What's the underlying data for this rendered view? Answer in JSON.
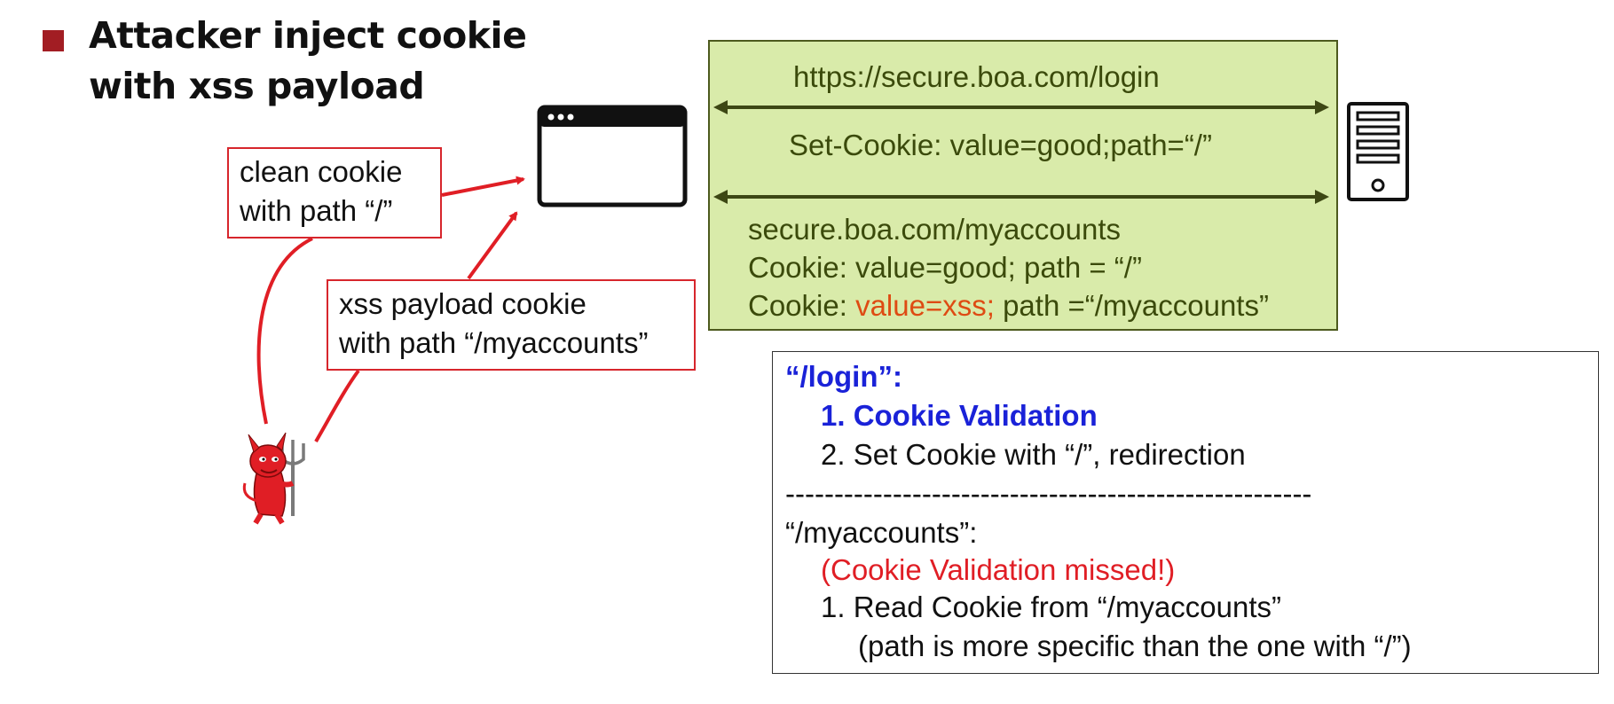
{
  "heading": {
    "line1": "Attacker inject cookie",
    "line2": "with xss payload"
  },
  "clean_cookie": {
    "line1": "clean cookie",
    "line2": "with path “/”"
  },
  "xss_cookie": {
    "line1": "xss payload cookie",
    "line2": "with path “/myaccounts”"
  },
  "exchange": {
    "request_url": "https://secure.boa.com/login",
    "set_cookie": "Set-Cookie: value=good;path=“/”",
    "request2": "secure.boa.com/myaccounts",
    "cookie_good": "Cookie: value=good; path = “/”",
    "cookie_xss_prefix": "Cookie: ",
    "cookie_xss_value": "value=xss;",
    "cookie_xss_suffix": " path =“/myaccounts”"
  },
  "server_logic": {
    "login_label": "“/login”:",
    "login_step1": "1. Cookie Validation",
    "login_step2": "2. Set Cookie with “/”, redirection",
    "divider": "------------------------------------------------------",
    "myaccounts_label": "“/myaccounts”:",
    "missed_note": "(Cookie Validation missed!)",
    "read_step": "1. Read Cookie from “/myaccounts”",
    "read_note": "(path is more specific than the one with “/”)"
  },
  "colors": {
    "bullet": "#a21d23",
    "attacker_red": "#e01e25",
    "panel_green": "#d9ebaa",
    "panel_text": "#3b4a0b",
    "xss_highlight": "#de4b13",
    "validation_blue": "#1a22d8"
  },
  "icons": {
    "browser": "browser-window-icon",
    "server": "server-tower-icon",
    "attacker": "devil-attacker-icon"
  }
}
